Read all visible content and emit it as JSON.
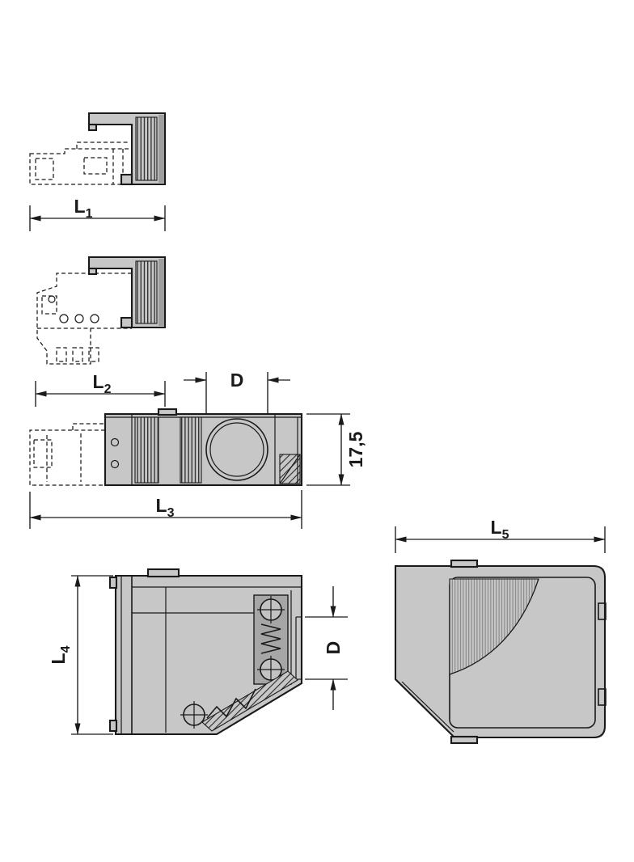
{
  "colors": {
    "background": "#ffffff",
    "outline": "#1a1a1a",
    "fill_light": "#c7c7c7",
    "fill_medium": "#a6a6a6",
    "fill_dark": "#9e9e9e",
    "screw": "#c2c2c2",
    "hatch_line": "#2b2b2b"
  },
  "dims": {
    "l1": {
      "base": "L",
      "sub": "1"
    },
    "l2": {
      "base": "L",
      "sub": "2"
    },
    "l3": {
      "base": "L",
      "sub": "3"
    },
    "l4": {
      "base": "L",
      "sub": "4"
    },
    "l5": {
      "base": "L",
      "sub": "5"
    },
    "d_top": {
      "base": "D"
    },
    "d_side": {
      "base": "D"
    },
    "height": {
      "base": "17,5"
    }
  }
}
